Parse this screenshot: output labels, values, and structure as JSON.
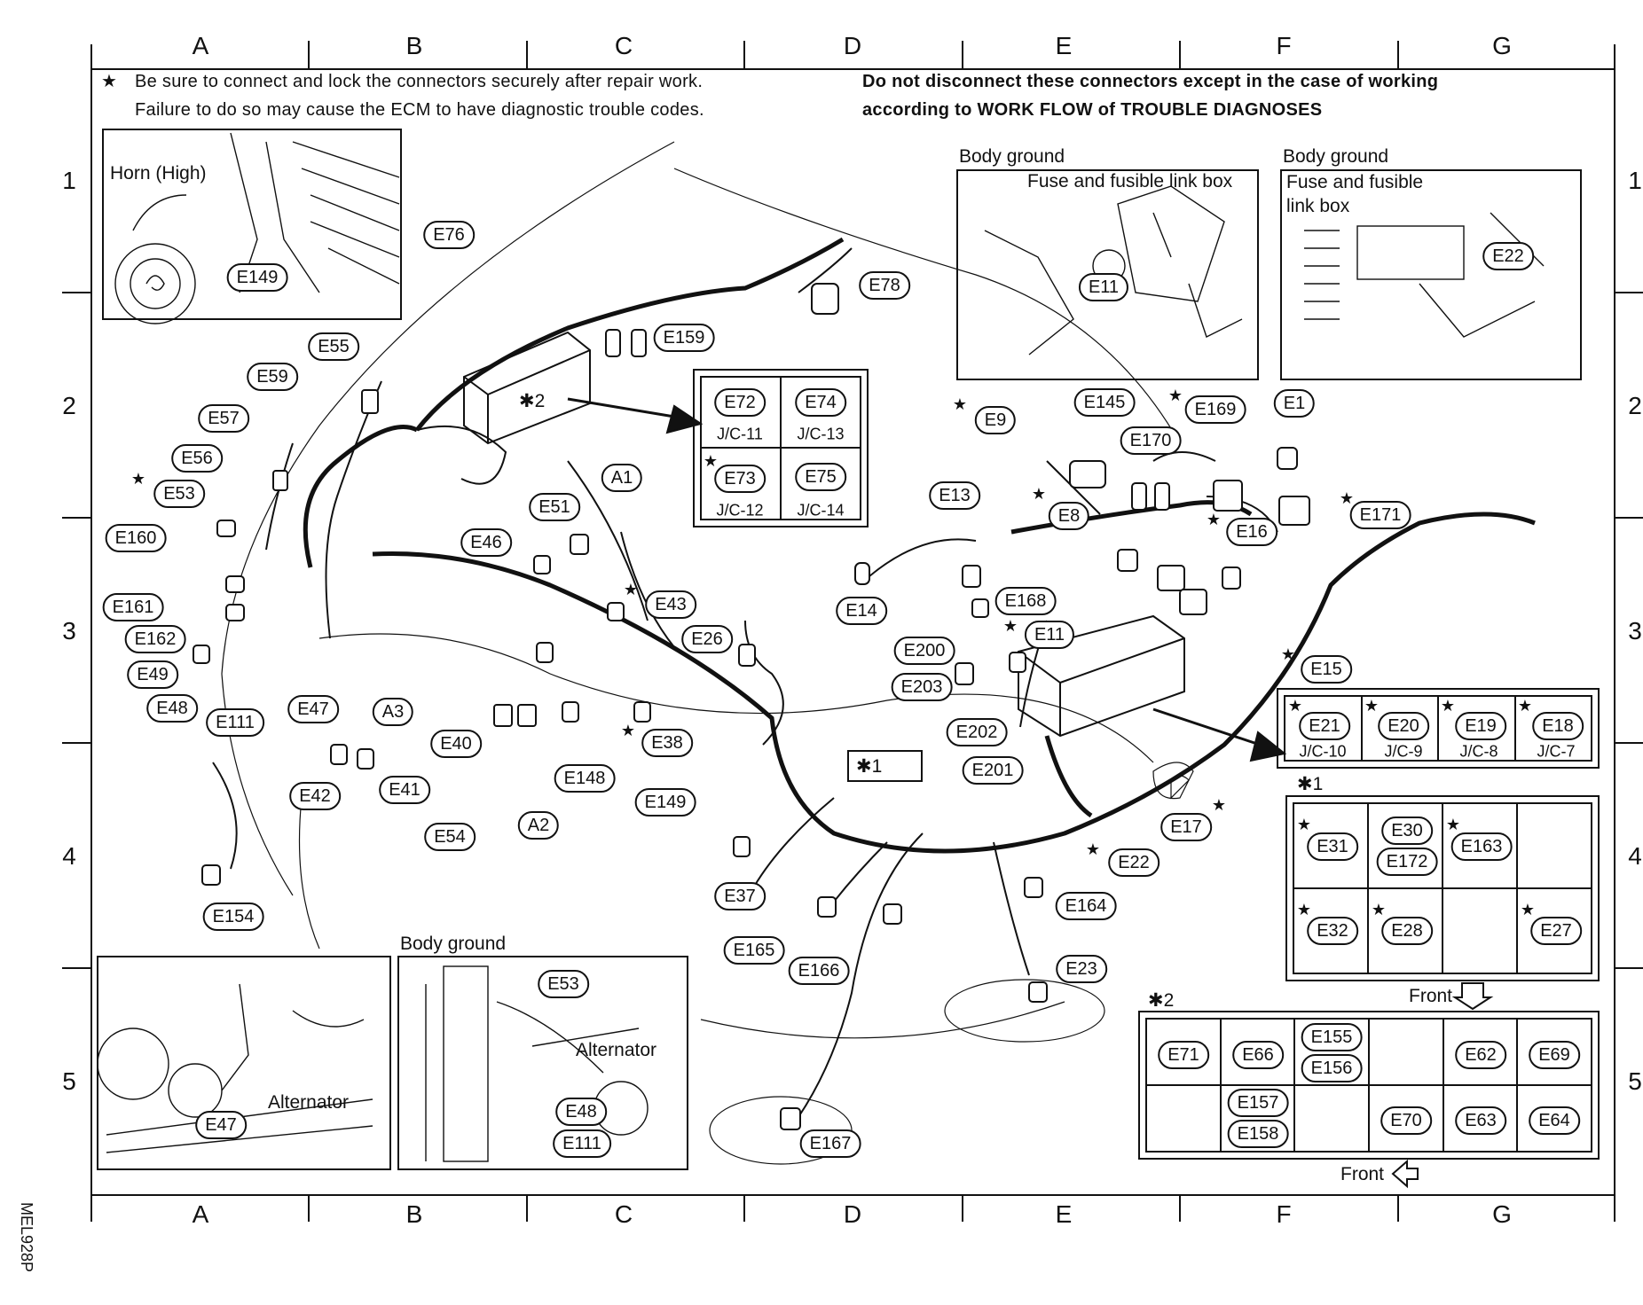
{
  "grid": {
    "columns": [
      "A",
      "B",
      "C",
      "D",
      "E",
      "F",
      "G"
    ],
    "rows": [
      "1",
      "2",
      "3",
      "4",
      "5"
    ]
  },
  "notes": {
    "star_line1": "Be sure to connect and lock the connectors securely after repair work.",
    "star_line2": "Failure to do so may cause the ECM to have diagnostic trouble codes.",
    "warn_line1": "Do not disconnect these connectors except in the case of working",
    "warn_line2": "according to WORK FLOW of TROUBLE DIAGNOSES"
  },
  "insets": {
    "horn_label": "Horn (High)",
    "body_ground": "Body ground",
    "fuse_box": "Fuse and fusible link box",
    "fuse_box_a": "Fuse and fusible",
    "fuse_box_b": "link box",
    "alternator": "Alternator"
  },
  "connectors": {
    "E149": "E149",
    "E76": "E76",
    "E78": "E78",
    "E159": "E159",
    "E55": "E55",
    "E59": "E59",
    "E57": "E57",
    "E56": "E56",
    "E53": "E53",
    "E160": "E160",
    "E161": "E161",
    "E162": "E162",
    "E49": "E49",
    "E48": "E48",
    "E111": "E111",
    "E47": "E47",
    "A3": "A3",
    "E40": "E40",
    "E42": "E42",
    "E41": "E41",
    "E54": "E54",
    "A2": "A2",
    "E148": "E148",
    "E38": "E38",
    "E26": "E26",
    "E43": "E43",
    "E46": "E46",
    "E51": "E51",
    "A1": "A1",
    "E154": "E154",
    "E37": "E37",
    "E165": "E165",
    "E166": "E166",
    "E167": "E167",
    "E164": "E164",
    "E23": "E23",
    "E22": "E22",
    "E17": "E17",
    "E201": "E201",
    "E202": "E202",
    "E203": "E203",
    "E200": "E200",
    "E14": "E14",
    "E13": "E13",
    "E168": "E168",
    "E11": "E11",
    "E8": "E8",
    "E9": "E9",
    "E145": "E145",
    "E170": "E170",
    "E169": "E169",
    "E1": "E1",
    "E16": "E16",
    "E171": "E171",
    "E15": "E15",
    "E72": "E72",
    "E74": "E74",
    "E73": "E73",
    "E75": "E75",
    "E21": "E21",
    "E20": "E20",
    "E19": "E19",
    "E18": "E18",
    "E31": "E31",
    "E30": "E30",
    "E172": "E172",
    "E163": "E163",
    "E32": "E32",
    "E28": "E28",
    "E27": "E27",
    "E71": "E71",
    "E66": "E66",
    "E155": "E155",
    "E156": "E156",
    "E62": "E62",
    "E69": "E69",
    "E157": "E157",
    "E158": "E158",
    "E70": "E70",
    "E63": "E63",
    "E64": "E64"
  },
  "jc": {
    "jc11": "J/C-11",
    "jc13": "J/C-13",
    "jc12": "J/C-12",
    "jc14": "J/C-14",
    "jc10": "J/C-10",
    "jc9": "J/C-9",
    "jc8": "J/C-8",
    "jc7": "J/C-7"
  },
  "tables": {
    "t1_mark": "✱1",
    "t2_mark": "✱2",
    "box1_mark": "✱1",
    "box2_mark": "✱2",
    "front": "Front"
  },
  "footer": {
    "code": "MEL928P"
  }
}
